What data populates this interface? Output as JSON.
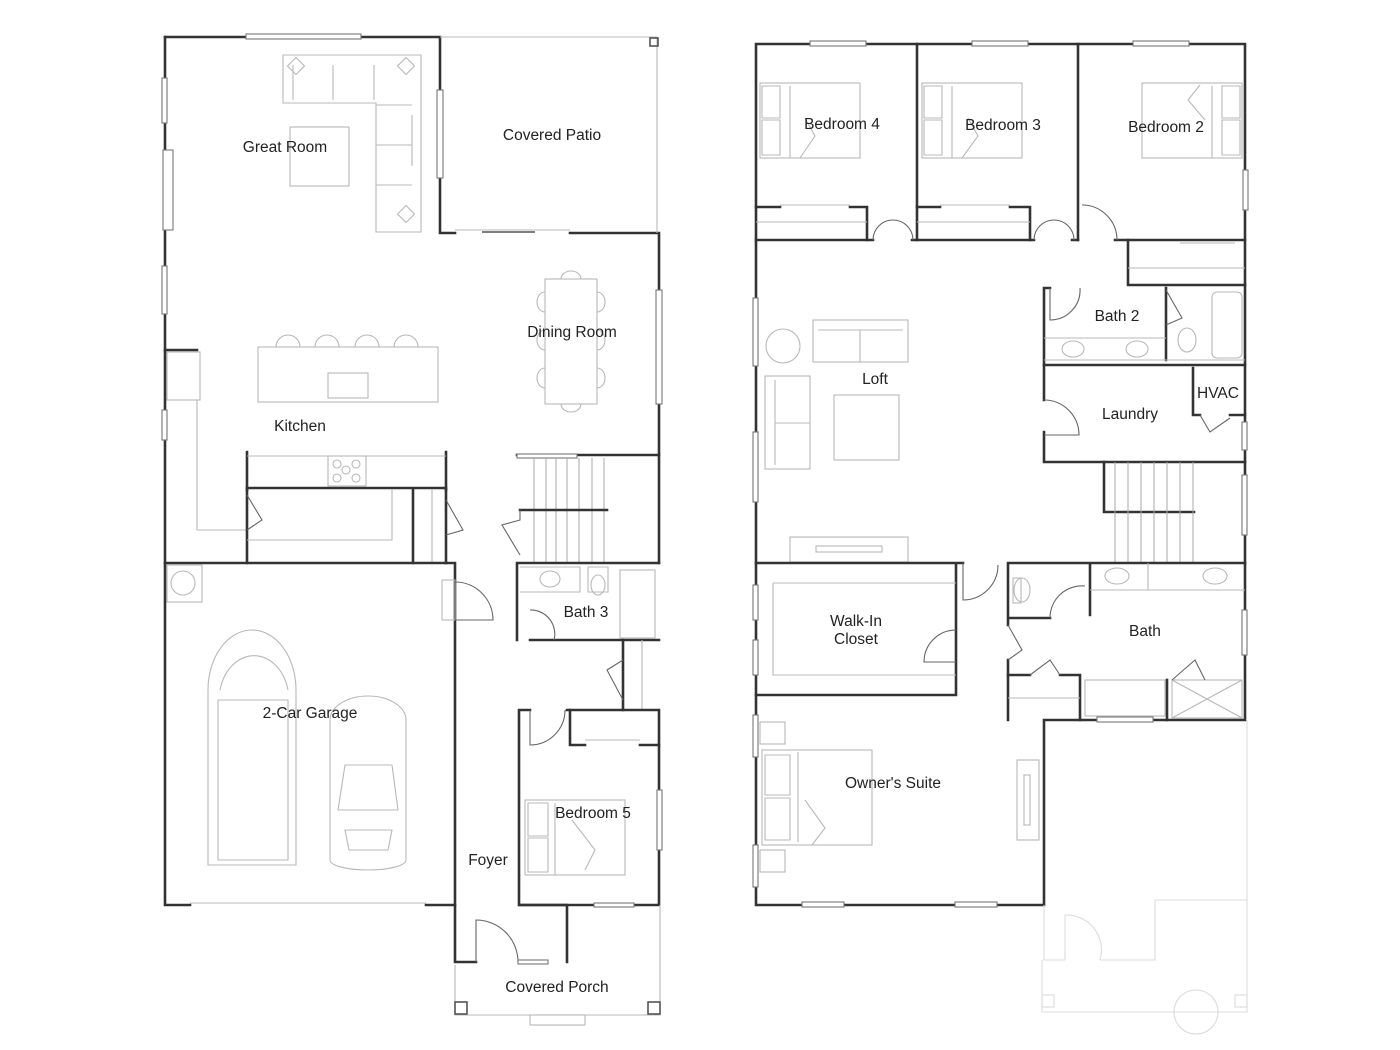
{
  "plan": {
    "first_floor": {
      "rooms": {
        "great_room": "Great Room",
        "covered_patio": "Covered Patio",
        "dining_room": "Dining Room",
        "kitchen": "Kitchen",
        "bath_3": "Bath 3",
        "garage": "2-Car Garage",
        "bedroom_5": "Bedroom 5",
        "foyer": "Foyer",
        "covered_porch": "Covered Porch"
      }
    },
    "second_floor": {
      "rooms": {
        "bedroom_4": "Bedroom 4",
        "bedroom_3": "Bedroom 3",
        "bedroom_2": "Bedroom 2",
        "bath_2": "Bath 2",
        "loft": "Loft",
        "laundry": "Laundry",
        "hvac": "HVAC",
        "walk_in_closet_line1": "Walk-In",
        "walk_in_closet_line2": "Closet",
        "owner_bath": "Bath",
        "owners_suite": "Owner's Suite"
      }
    },
    "colors": {
      "wall": "#333333",
      "furniture": "#b8b8b8",
      "ghost": "#dcdcdc",
      "background": "#ffffff"
    }
  }
}
